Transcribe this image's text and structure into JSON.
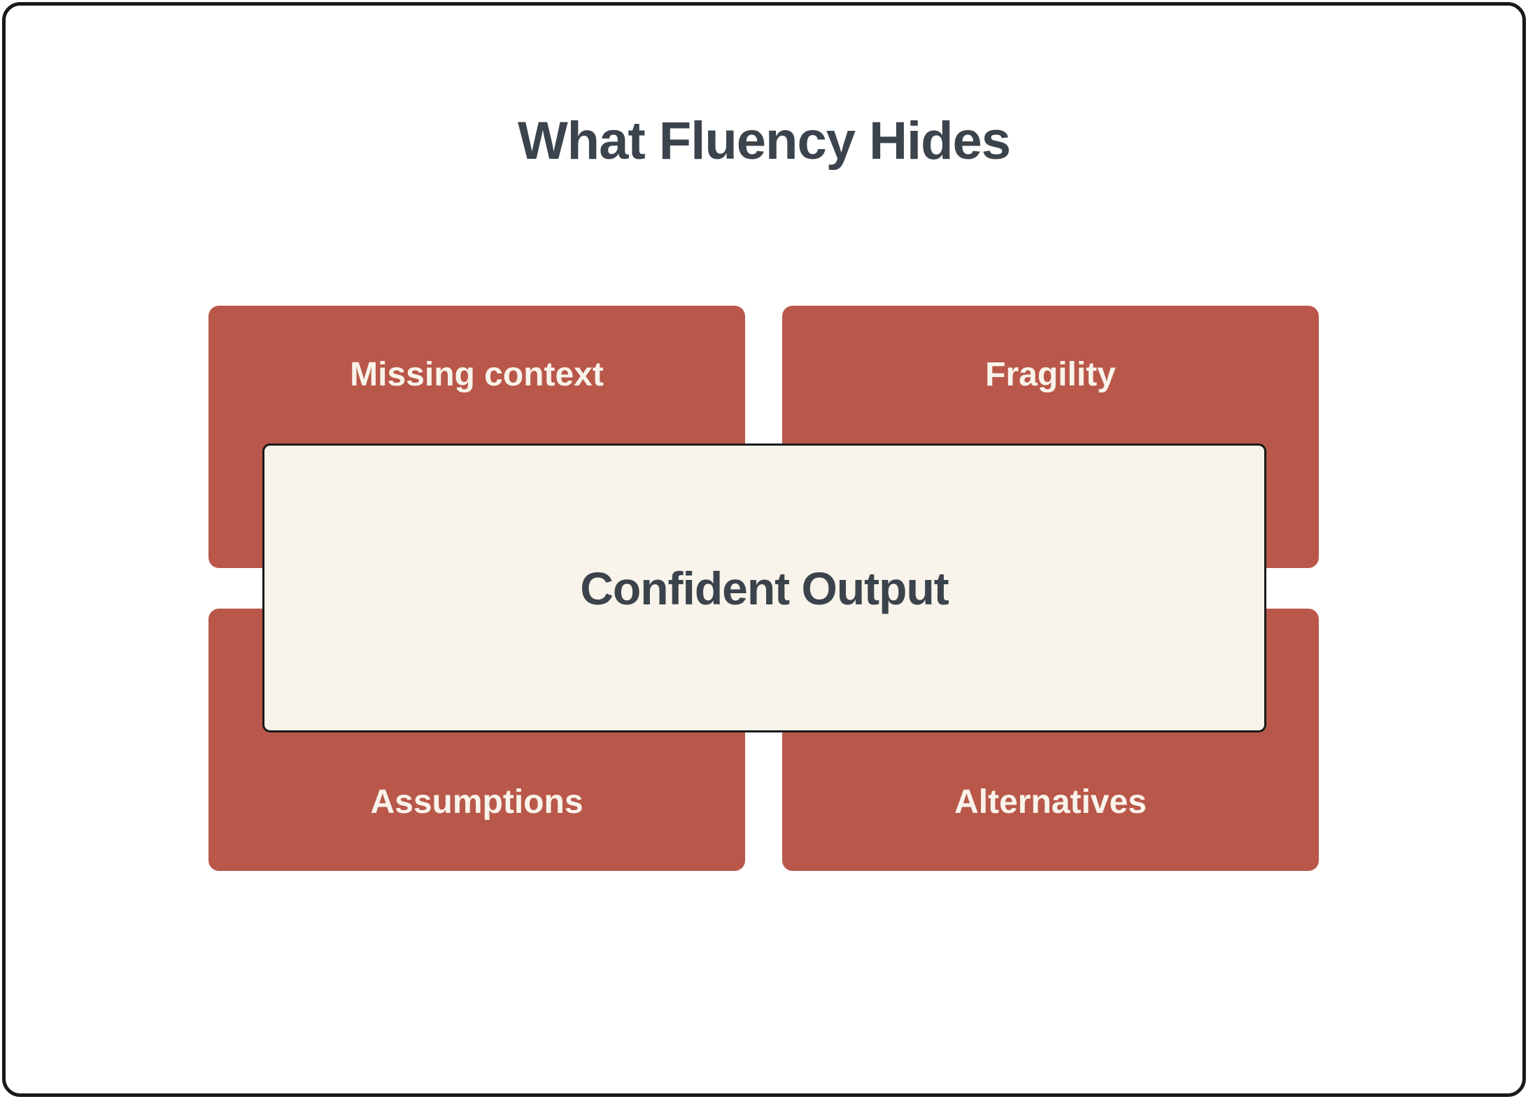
{
  "page": {
    "title": "What Fluency Hides",
    "colors": {
      "box_red": "#B9584A",
      "cream": "#F9F4EB",
      "text_dark": "#3B434C",
      "border_dark": "#17191B",
      "background": "#FFFFFF"
    }
  },
  "diagram": {
    "center_label": "Confident Output",
    "quadrants": [
      {
        "label": "Missing context",
        "position": "top-left"
      },
      {
        "label": "Fragility",
        "position": "top-right"
      },
      {
        "label": "Assumptions",
        "position": "bottom-left"
      },
      {
        "label": "Alternatives",
        "position": "bottom-right"
      }
    ]
  }
}
